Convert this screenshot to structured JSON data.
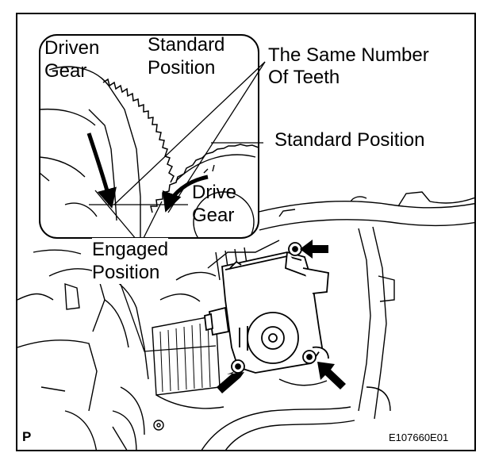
{
  "labels": {
    "driven_gear": "Driven\nGear",
    "standard_position_inset": "Standard\nPosition",
    "same_number_of_teeth": "The Same Number\nOf Teeth",
    "standard_position": "Standard Position",
    "drive_gear": "Drive\nGear",
    "engaged_position": "Engaged\nPosition",
    "corner_mark": "P",
    "figure_code": "E107660E01"
  },
  "colors": {
    "ink": "#000000",
    "paper": "#ffffff"
  },
  "icons": [
    "arrow-icon"
  ]
}
